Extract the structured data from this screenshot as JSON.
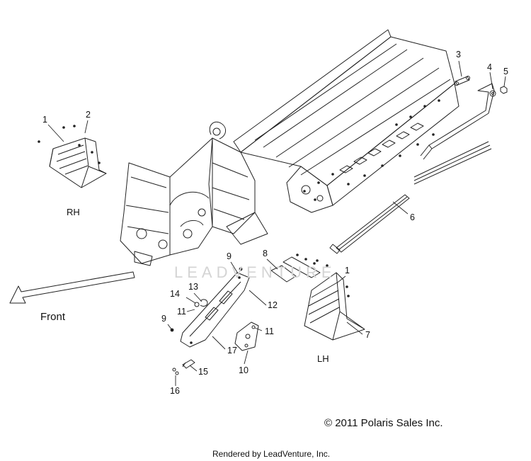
{
  "callouts": [
    {
      "id": "c1a",
      "text": "1"
    },
    {
      "id": "c2",
      "text": "2"
    },
    {
      "id": "c3",
      "text": "3"
    },
    {
      "id": "c4",
      "text": "4"
    },
    {
      "id": "c5",
      "text": "5"
    },
    {
      "id": "c6",
      "text": "6"
    },
    {
      "id": "c1b",
      "text": "1"
    },
    {
      "id": "c7",
      "text": "7"
    },
    {
      "id": "c8",
      "text": "8"
    },
    {
      "id": "c9a",
      "text": "9"
    },
    {
      "id": "c9b",
      "text": "9"
    },
    {
      "id": "c10",
      "text": "10"
    },
    {
      "id": "c11a",
      "text": "11"
    },
    {
      "id": "c11b",
      "text": "11"
    },
    {
      "id": "c12",
      "text": "12"
    },
    {
      "id": "c13",
      "text": "13"
    },
    {
      "id": "c14",
      "text": "14"
    },
    {
      "id": "c15",
      "text": "15"
    },
    {
      "id": "c16",
      "text": "16"
    },
    {
      "id": "c17",
      "text": "17"
    }
  ],
  "labels": {
    "rh": "RH",
    "lh": "LH",
    "front": "Front",
    "copyright": "© 2011 Polaris Sales Inc.",
    "rendered_by": "Rendered by LeadVenture, Inc.",
    "watermark": "LEADVENTURE"
  }
}
